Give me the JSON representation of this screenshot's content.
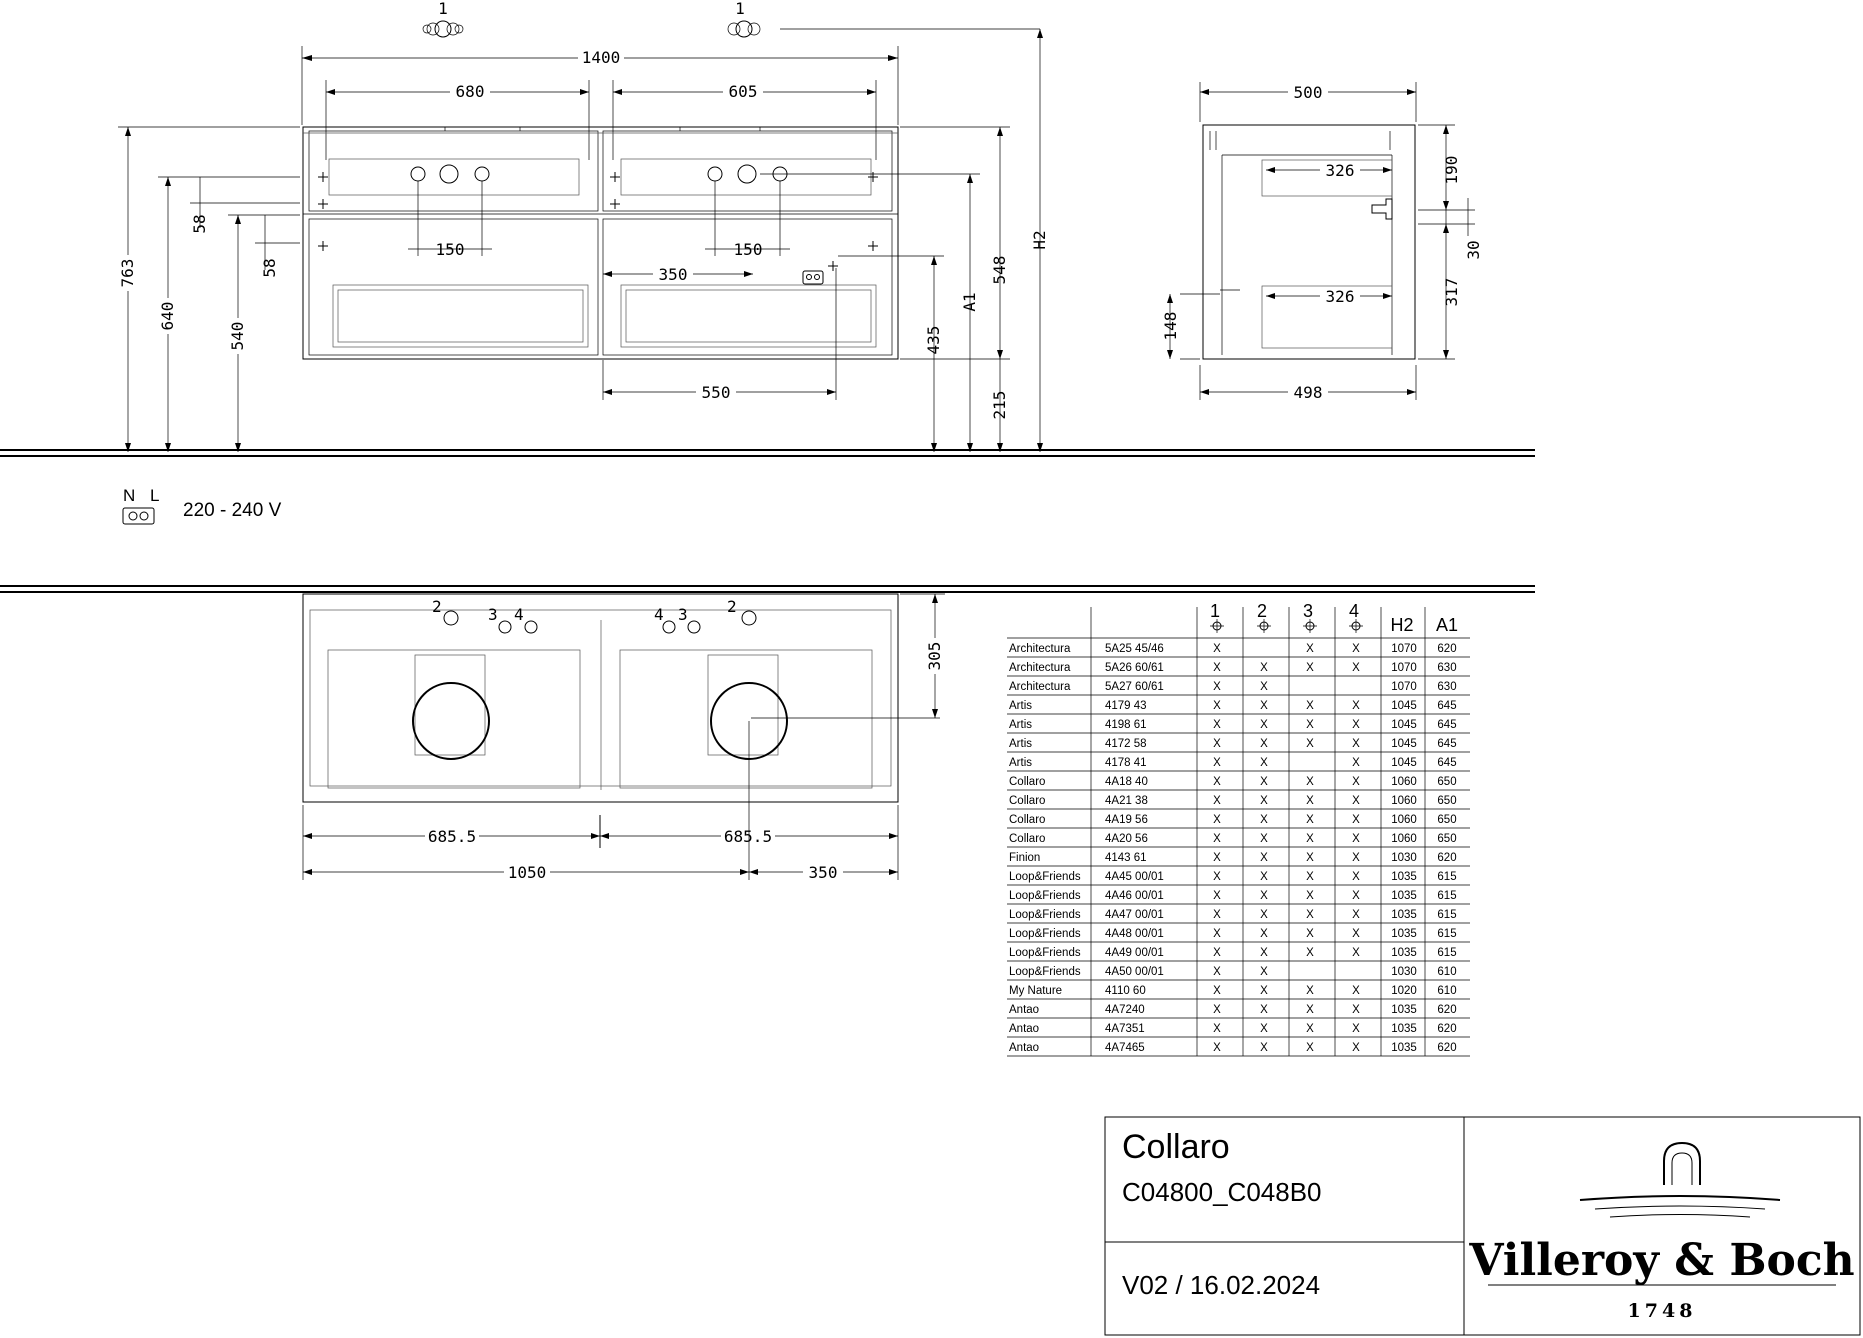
{
  "front_view": {
    "callouts": [
      "1",
      "1"
    ],
    "dims": {
      "overall_width": "1400",
      "left_width": "680",
      "right_width": "605",
      "height_763": "763",
      "height_640": "640",
      "height_540": "540",
      "gap_58_a": "58",
      "gap_58_b": "58",
      "tap_150_left": "150",
      "tap_150_right": "150",
      "offset_350": "350",
      "offset_550": "550",
      "height_435": "435",
      "label_A1": "A1",
      "height_548": "548",
      "height_215": "215",
      "label_H2": "H2"
    }
  },
  "side_view": {
    "dims": {
      "depth_top": "500",
      "depth_bottom": "498",
      "inner_326_top": "326",
      "inner_326_bottom": "326",
      "h_190": "190",
      "h_30": "30",
      "h_317": "317",
      "h_148": "148"
    }
  },
  "socket": {
    "label_N": "N",
    "label_L": "L",
    "voltage": "220 - 240 V"
  },
  "top_view": {
    "callouts": [
      "2",
      "3",
      "4",
      "4",
      "3",
      "2"
    ],
    "dims": {
      "depth_305": "305",
      "left_685": "685.5",
      "right_685": "685.5",
      "width_1050": "1050",
      "width_350": "350"
    }
  },
  "table": {
    "headers": [
      "1",
      "2",
      "3",
      "4",
      "H2",
      "A1"
    ],
    "rows": [
      [
        "Architectura",
        "5A25 45/46",
        "X",
        "",
        "X",
        "X",
        "1070",
        "620"
      ],
      [
        "Architectura",
        "5A26 60/61",
        "X",
        "X",
        "X",
        "X",
        "1070",
        "630"
      ],
      [
        "Architectura",
        "5A27 60/61",
        "X",
        "X",
        "",
        "",
        "1070",
        "630"
      ],
      [
        "Artis",
        "4179 43",
        "X",
        "X",
        "X",
        "X",
        "1045",
        "645"
      ],
      [
        "Artis",
        "4198 61",
        "X",
        "X",
        "X",
        "X",
        "1045",
        "645"
      ],
      [
        "Artis",
        "4172 58",
        "X",
        "X",
        "X",
        "X",
        "1045",
        "645"
      ],
      [
        "Artis",
        "4178 41",
        "X",
        "X",
        "",
        "X",
        "1045",
        "645"
      ],
      [
        "Collaro",
        "4A18 40",
        "X",
        "X",
        "X",
        "X",
        "1060",
        "650"
      ],
      [
        "Collaro",
        "4A21 38",
        "X",
        "X",
        "X",
        "X",
        "1060",
        "650"
      ],
      [
        "Collaro",
        "4A19 56",
        "X",
        "X",
        "X",
        "X",
        "1060",
        "650"
      ],
      [
        "Collaro",
        "4A20 56",
        "X",
        "X",
        "X",
        "X",
        "1060",
        "650"
      ],
      [
        "Finion",
        "4143 61",
        "X",
        "X",
        "X",
        "X",
        "1030",
        "620"
      ],
      [
        "Loop&Friends",
        "4A45 00/01",
        "X",
        "X",
        "X",
        "X",
        "1035",
        "615"
      ],
      [
        "Loop&Friends",
        "4A46 00/01",
        "X",
        "X",
        "X",
        "X",
        "1035",
        "615"
      ],
      [
        "Loop&Friends",
        "4A47 00/01",
        "X",
        "X",
        "X",
        "X",
        "1035",
        "615"
      ],
      [
        "Loop&Friends",
        "4A48 00/01",
        "X",
        "X",
        "X",
        "X",
        "1035",
        "615"
      ],
      [
        "Loop&Friends",
        "4A49 00/01",
        "X",
        "X",
        "X",
        "X",
        "1035",
        "615"
      ],
      [
        "Loop&Friends",
        "4A50 00/01",
        "X",
        "X",
        "",
        "",
        "1030",
        "610"
      ],
      [
        "My Nature",
        "4110 60",
        "X",
        "X",
        "X",
        "X",
        "1020",
        "610"
      ],
      [
        "Antao",
        "4A7240",
        "X",
        "X",
        "X",
        "X",
        "1035",
        "620"
      ],
      [
        "Antao",
        "4A7351",
        "X",
        "X",
        "X",
        "X",
        "1035",
        "620"
      ],
      [
        "Antao",
        "4A7465",
        "X",
        "X",
        "X",
        "X",
        "1035",
        "620"
      ]
    ]
  },
  "title_block": {
    "product": "Collaro",
    "code": "C04800_C048B0",
    "version": "V02 / 16.02.2024",
    "brand": "Villeroy & Boch",
    "year": "1748"
  }
}
